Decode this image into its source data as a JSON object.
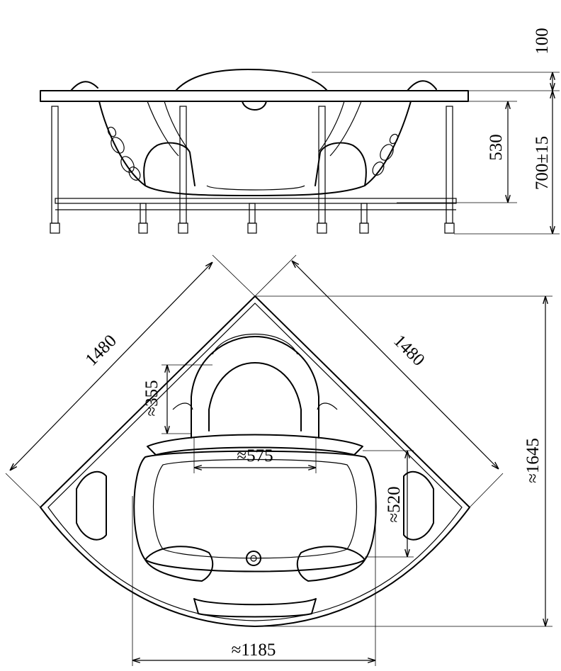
{
  "dimensions": {
    "side_top_height": "100",
    "side_tub_depth": "530",
    "side_total_height": "700±15",
    "plan_left_edge": "1480",
    "plan_right_edge": "1480",
    "plan_depth": "≈1645",
    "plan_width": "≈1185",
    "headrest_depth": "≈355",
    "seat_width": "≈575",
    "seat_depth": "≈520"
  },
  "colors": {
    "line": "#000000",
    "background": "#ffffff"
  }
}
